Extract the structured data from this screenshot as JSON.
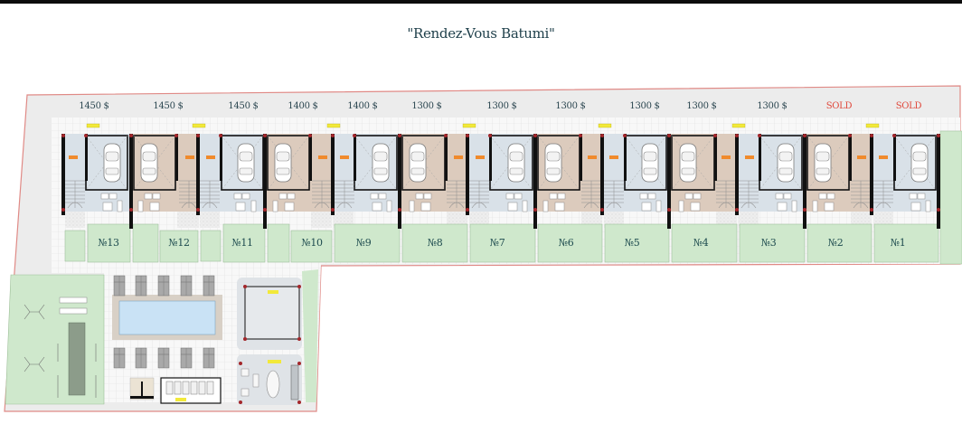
{
  "page": {
    "title": "\"Rendez-Vous Batumi\""
  },
  "colors": {
    "site_boundary": "#e08a86",
    "site_fill": "#ececec",
    "grid_paving": "#f7f7f7",
    "grid_line": "#dcdcdc",
    "lawn": "#cfe8cc",
    "unit_blue": "#d9e1e8",
    "unit_tan": "#dccbbd",
    "wall": "#111111",
    "column": "#a3262a",
    "pool_water": "#c9e2f5",
    "pool_deck": "#d8d0c6",
    "price_text": "#2b4650",
    "sold_text": "#e0473a",
    "label_text": "#1d4a4e",
    "tag_yellow": "#f2e93a",
    "tag_orange": "#f08a2c"
  },
  "units": [
    {
      "label": "№13",
      "price": "1450 $",
      "status": "available"
    },
    {
      "label": "№12",
      "price": "1450 $",
      "status": "available"
    },
    {
      "label": "№11",
      "price": "1450 $",
      "status": "available"
    },
    {
      "label": "№10",
      "price": "1400 $",
      "status": "available"
    },
    {
      "label": "№9",
      "price": "1400 $",
      "status": "available"
    },
    {
      "label": "№8",
      "price": "1300 $",
      "status": "available"
    },
    {
      "label": "№7",
      "price": "1300 $",
      "status": "available"
    },
    {
      "label": "№6",
      "price": "1300 $",
      "status": "available"
    },
    {
      "label": "№5",
      "price": "1300 $",
      "status": "available"
    },
    {
      "label": "№4",
      "price": "1300 $",
      "status": "available"
    },
    {
      "label": "№3",
      "price": "1300 $",
      "status": "available"
    },
    {
      "label": "№2",
      "price": "SOLD",
      "status": "sold"
    },
    {
      "label": "№1",
      "price": "SOLD",
      "status": "sold"
    }
  ],
  "amenities": {
    "pool": "swimming-pool",
    "sun_loungers_count": 10,
    "gazebo": "covered-pavilion",
    "dining_pavilion": "outdoor-dining-area",
    "playground": "lawn-with-swings",
    "shower_block": "changing-cabins"
  }
}
